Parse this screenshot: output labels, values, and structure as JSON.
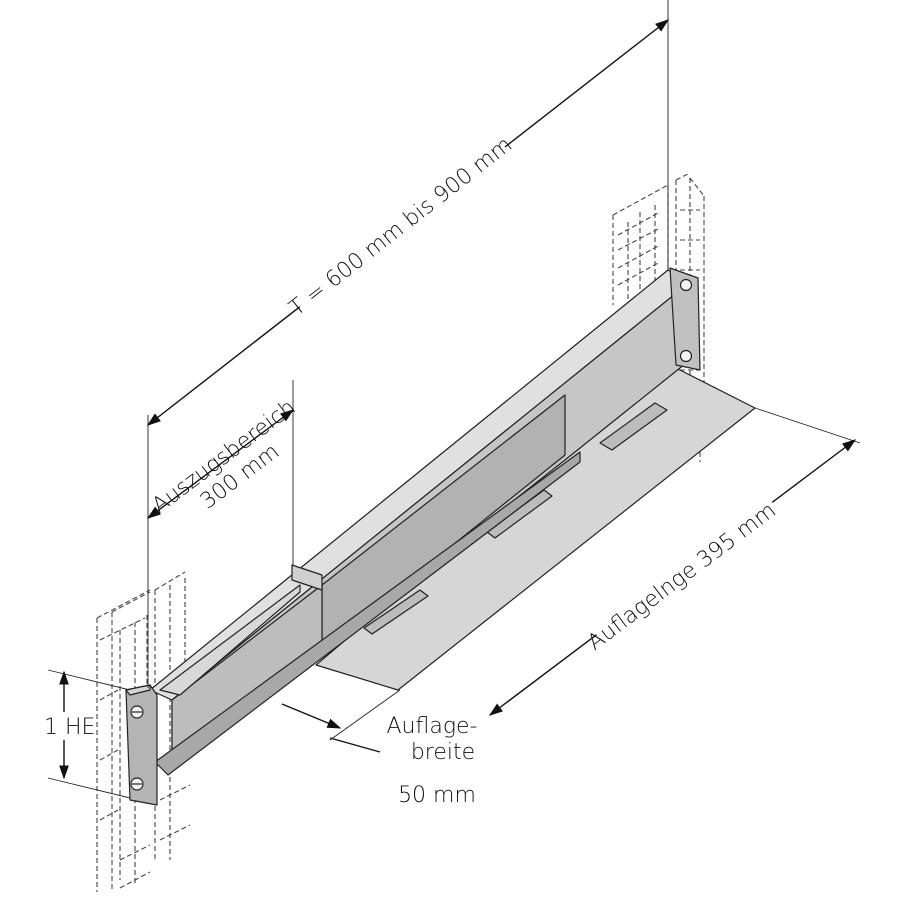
{
  "labels": {
    "depth": "T = 600 mm bis 900 mm",
    "extension_line1": "Auszugsbereich",
    "extension_line2": "300 mm",
    "support_length": "Auflagelnge 395 mm",
    "support_width_line1": "Auflage-",
    "support_width_line2": "breite",
    "support_width_line3": "50 mm",
    "height_unit": "1 HE"
  },
  "colors": {
    "rail_top": "#dcdcdc",
    "rail_side": "#bdbdbd",
    "rail_dark": "#a6a6a6",
    "plate": "#d6d6d6",
    "plate_slot": "#bcbcbc",
    "line": "#111111"
  }
}
